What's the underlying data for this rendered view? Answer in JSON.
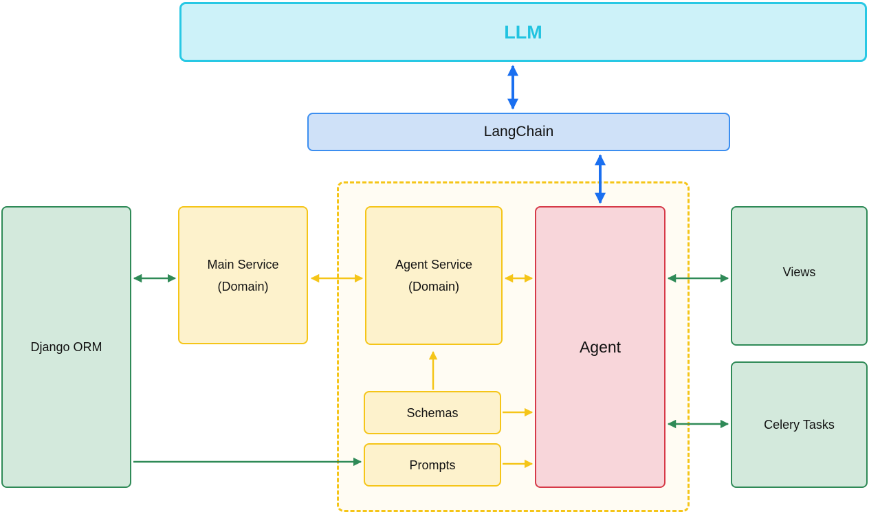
{
  "diagram": {
    "llm": "LLM",
    "langchain": "LangChain",
    "main_service": "Main Service\n(Domain)",
    "agent_service": "Agent Service\n(Domain)",
    "schemas": "Schemas",
    "prompts": "Prompts",
    "agent": "Agent",
    "django_orm": "Django ORM",
    "views": "Views",
    "celery_tasks": "Celery Tasks"
  },
  "colors": {
    "blue_arrow": "#1a6ff0",
    "yellow_arrow": "#f5c518",
    "green_arrow": "#2f8a57"
  }
}
